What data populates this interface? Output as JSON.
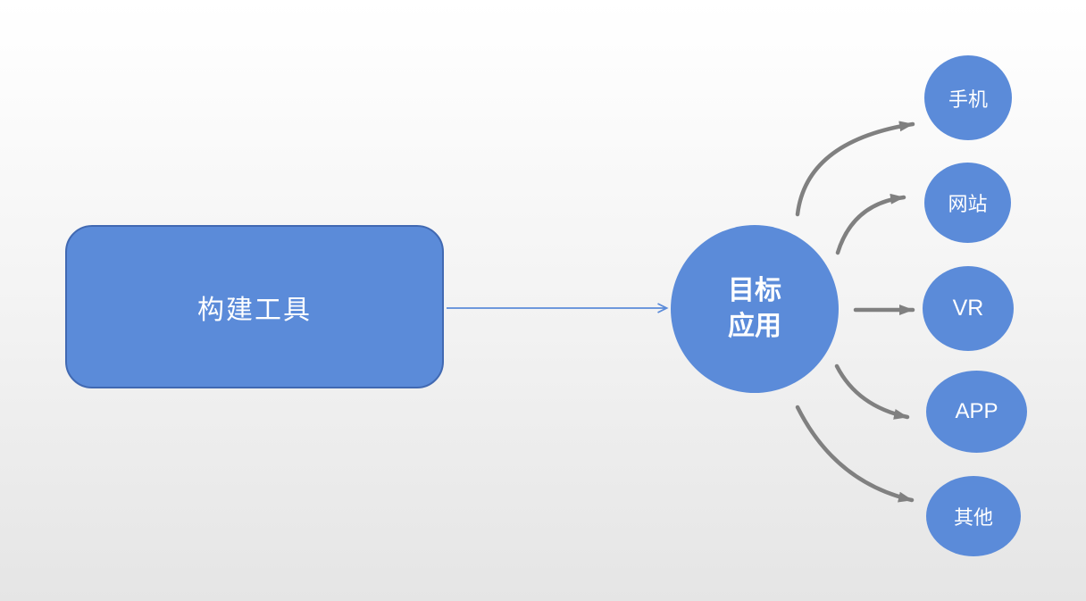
{
  "diagram": {
    "source": {
      "label": "构建工具"
    },
    "center": {
      "label": "目标\n应用"
    },
    "targets": [
      {
        "id": "phone",
        "label": "手机"
      },
      {
        "id": "website",
        "label": "网站"
      },
      {
        "id": "vr",
        "label": "VR"
      },
      {
        "id": "app",
        "label": "APP"
      },
      {
        "id": "other",
        "label": "其他"
      }
    ],
    "colors": {
      "shape_fill": "#5b8bd9",
      "shape_border": "#4169b2",
      "connector_gray": "#808080",
      "connector_blue": "#5b8bd9",
      "text": "#ffffff",
      "background_top": "#ffffff",
      "background_bottom": "#e5e5e5"
    }
  }
}
